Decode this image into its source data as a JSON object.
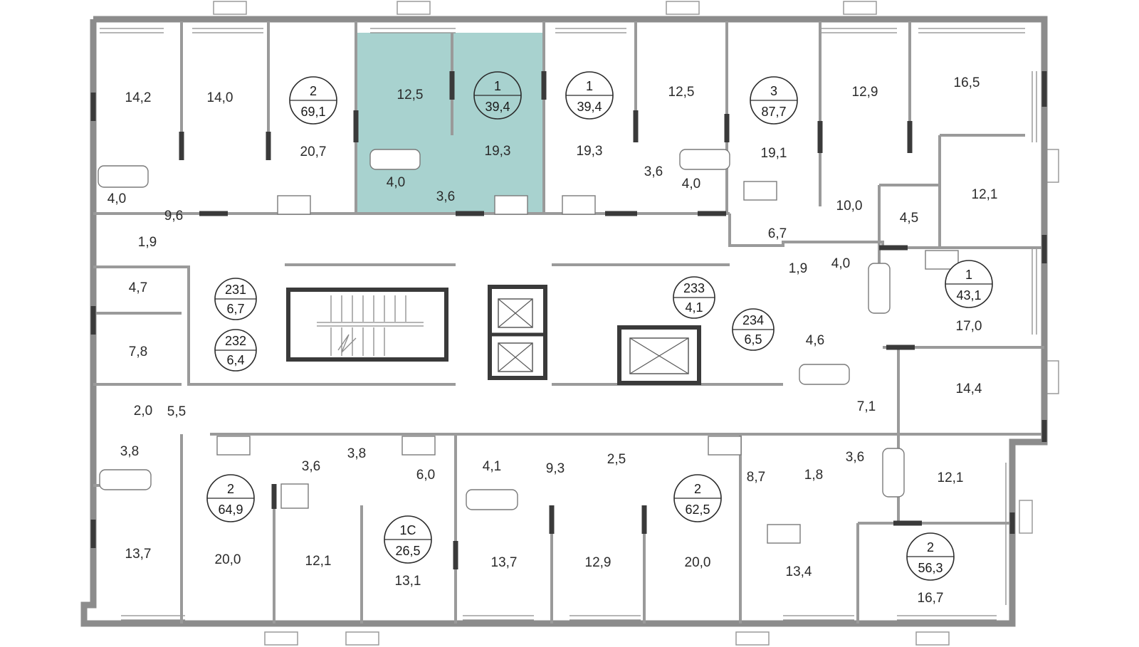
{
  "colors": {
    "selected_fill": "#a8d2cf",
    "wall": "#8c8c8c",
    "dark_wall": "#3a3a3a",
    "text": "#2b2b2b"
  },
  "apartments": [
    {
      "id": "apt-2-69",
      "rooms": "2",
      "area": "69,1",
      "selected": false
    },
    {
      "id": "apt-1-39a",
      "rooms": "1",
      "area": "39,4",
      "selected": true
    },
    {
      "id": "apt-1-39b",
      "rooms": "1",
      "area": "39,4",
      "selected": false
    },
    {
      "id": "apt-3-87",
      "rooms": "3",
      "area": "87,7",
      "selected": false
    },
    {
      "id": "apt-1-43",
      "rooms": "1",
      "area": "43,1",
      "selected": false
    },
    {
      "id": "apt-2-64",
      "rooms": "2",
      "area": "64,9",
      "selected": false
    },
    {
      "id": "apt-1c-26",
      "rooms": "1С",
      "area": "26,5",
      "selected": false
    },
    {
      "id": "apt-2-62",
      "rooms": "2",
      "area": "62,5",
      "selected": false
    },
    {
      "id": "apt-2-56",
      "rooms": "2",
      "area": "56,3",
      "selected": false
    }
  ],
  "storages": [
    {
      "id": "st-231",
      "number": "231",
      "area": "6,7"
    },
    {
      "id": "st-232",
      "number": "232",
      "area": "6,4"
    },
    {
      "id": "st-233",
      "number": "233",
      "area": "4,1"
    },
    {
      "id": "st-234",
      "number": "234",
      "area": "6,5"
    }
  ],
  "room_areas": [
    "14,2",
    "14,0",
    "20,7",
    "12,5",
    "19,3",
    "4,0",
    "3,6",
    "19,3",
    "12,5",
    "3,6",
    "4,0",
    "19,1",
    "12,9",
    "16,5",
    "10,0",
    "4,5",
    "12,1",
    "6,7",
    "4,0",
    "9,6",
    "1,9",
    "4,7",
    "7,8",
    "2,0",
    "5,5",
    "3,8",
    "1,9",
    "4,0",
    "17,0",
    "4,6",
    "14,4",
    "7,1",
    "3,6",
    "3,8",
    "6,0",
    "4,1",
    "9,3",
    "2,5",
    "8,7",
    "1,8",
    "3,6",
    "12,1",
    "13,7",
    "20,0",
    "12,1",
    "13,1",
    "13,7",
    "12,9",
    "20,0",
    "13,4",
    "16,7"
  ]
}
